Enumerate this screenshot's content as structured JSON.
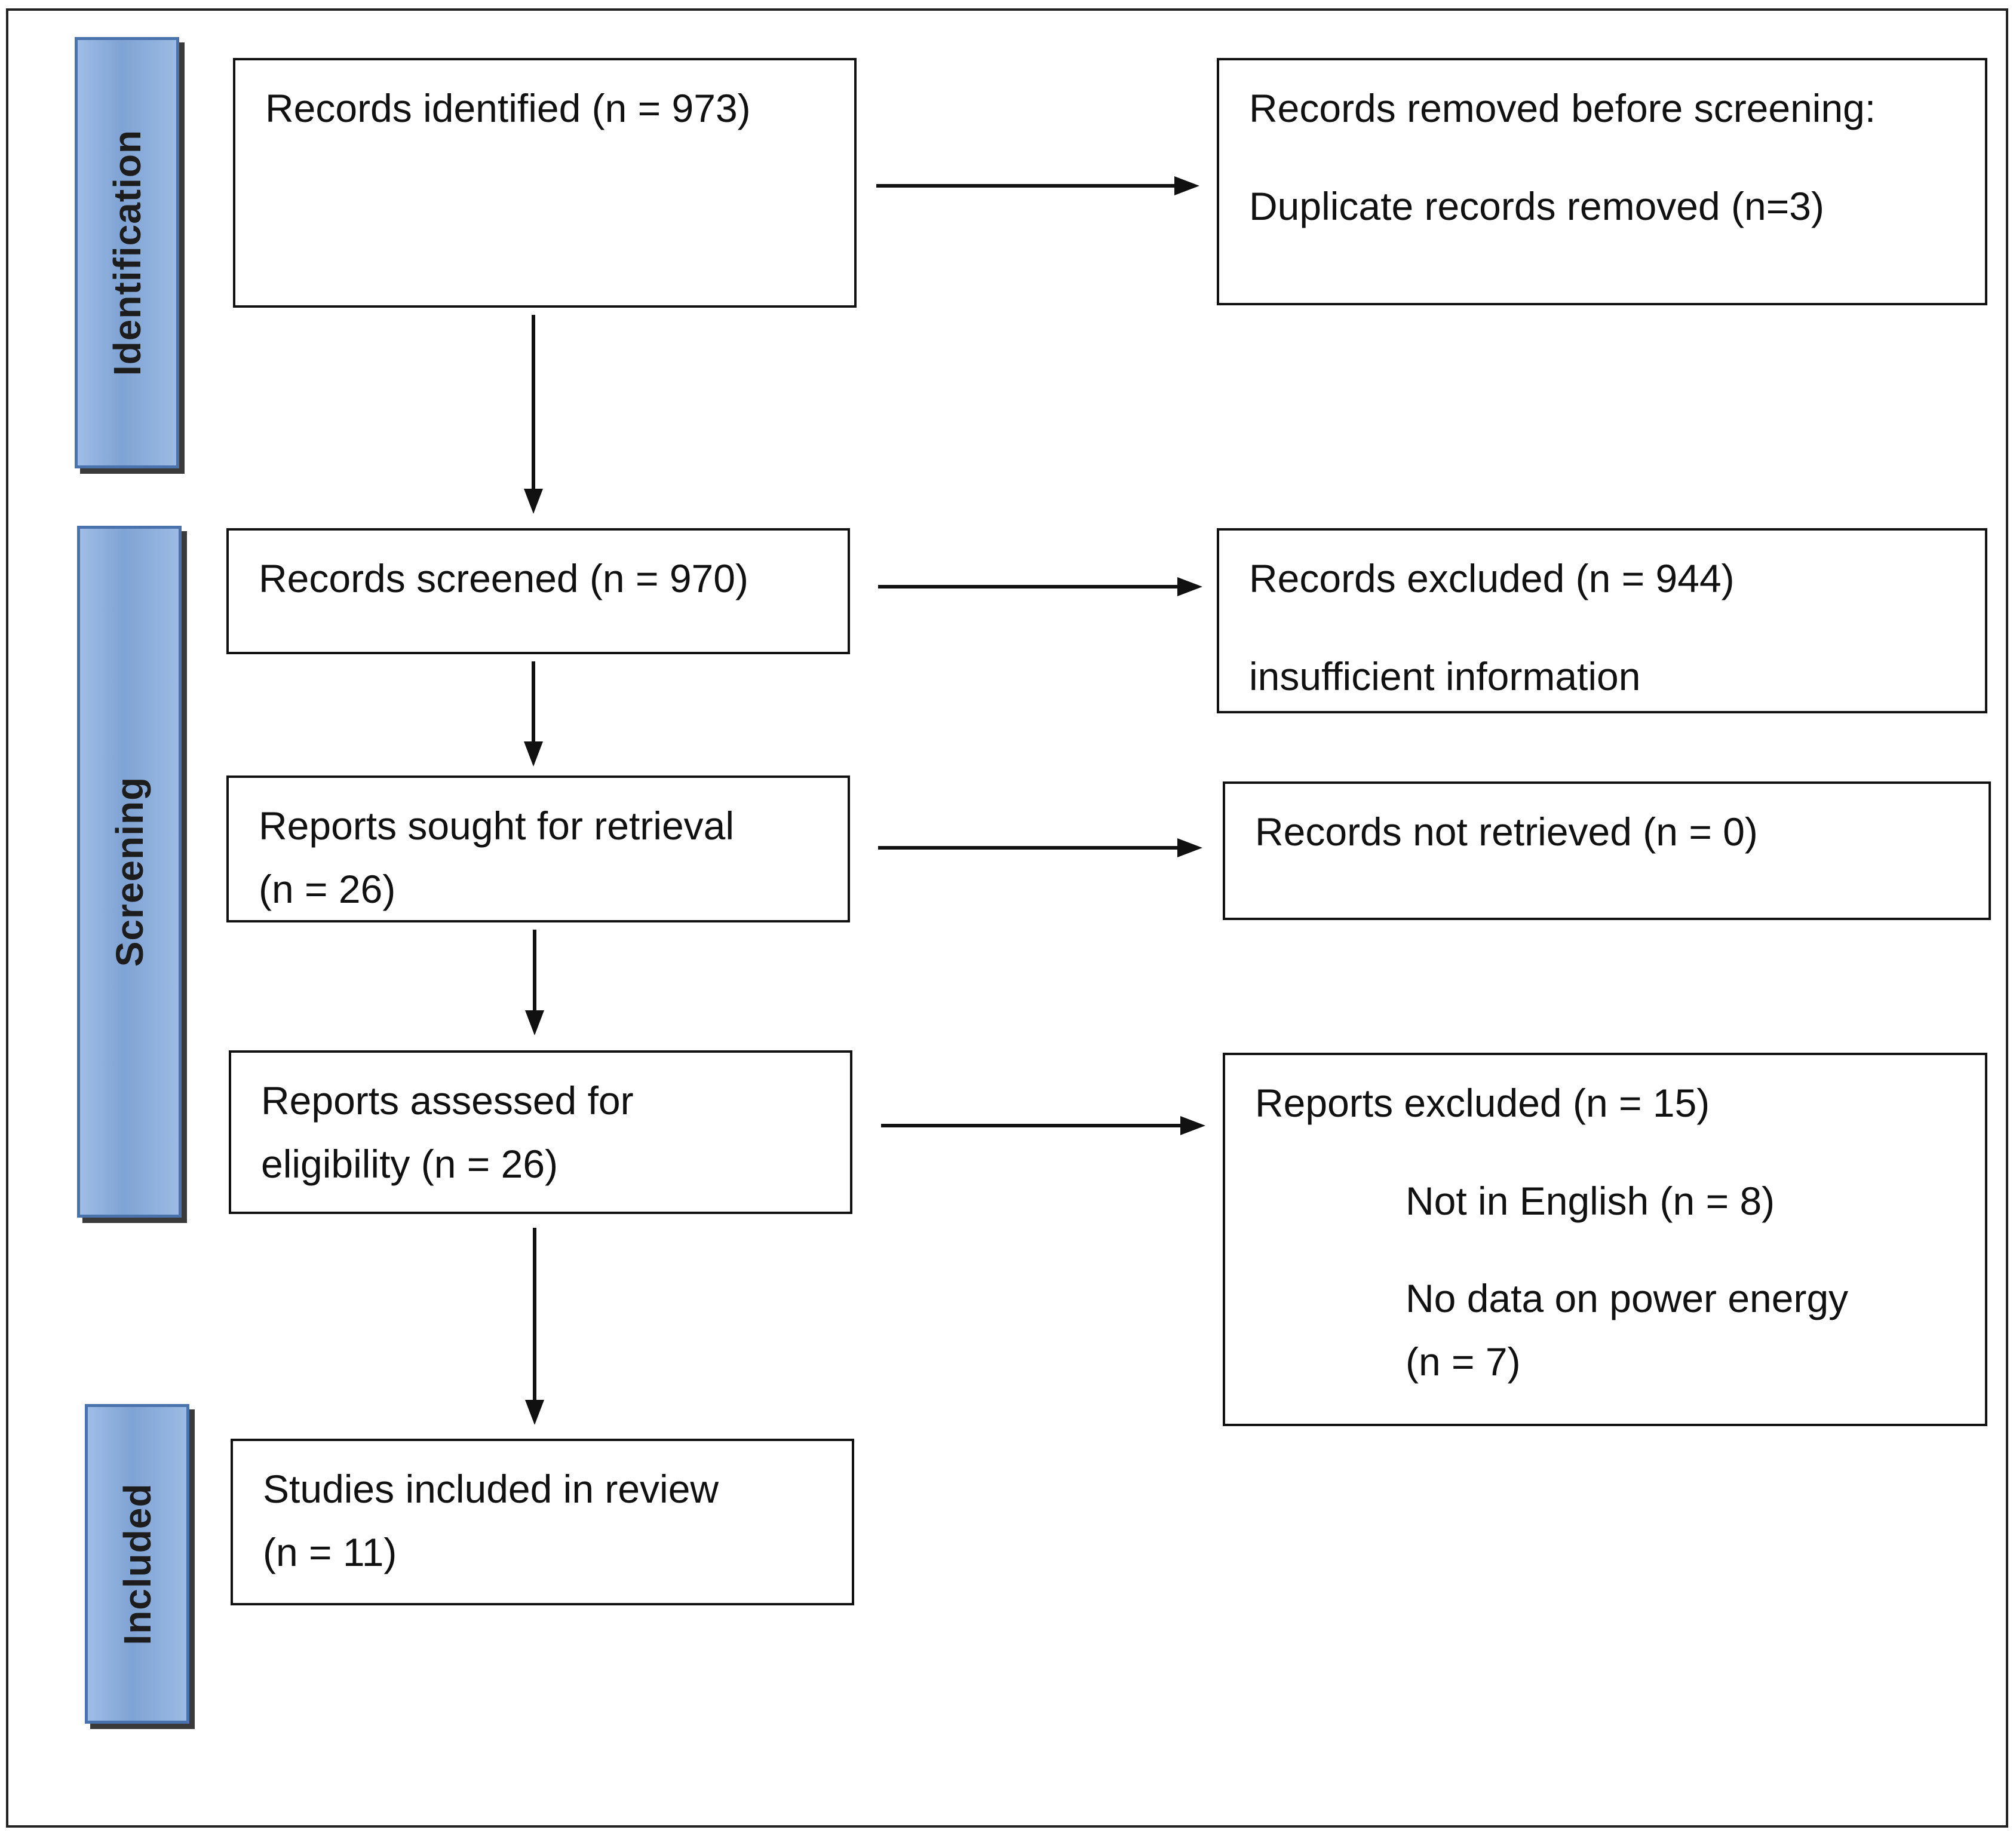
{
  "phases": {
    "identification": "Identification",
    "screening": "Screening",
    "included": "Included"
  },
  "boxes": {
    "records_identified": "Records identified (n = 973)",
    "removed_before_screening": {
      "title": "Records removed before screening:",
      "duplicates": "Duplicate records removed (n=3)"
    },
    "records_screened": "Records screened (n = 970)",
    "records_excluded": {
      "title": "Records excluded (n = 944)",
      "reason": "insufficient information"
    },
    "reports_sought": {
      "line1": "Reports sought for retrieval",
      "line2": "(n = 26)"
    },
    "records_not_retrieved": "Records not retrieved (n = 0)",
    "reports_assessed": {
      "line1": "Reports assessed for",
      "line2": "eligibility (n = 26)"
    },
    "reports_excluded": {
      "title": "Reports excluded (n = 15)",
      "reason1": "Not in English (n = 8)",
      "reason2_line1": "No data on power energy",
      "reason2_line2": "(n = 7)"
    },
    "studies_included": {
      "line1": "Studies included in review",
      "line2": "(n = 11)"
    }
  }
}
